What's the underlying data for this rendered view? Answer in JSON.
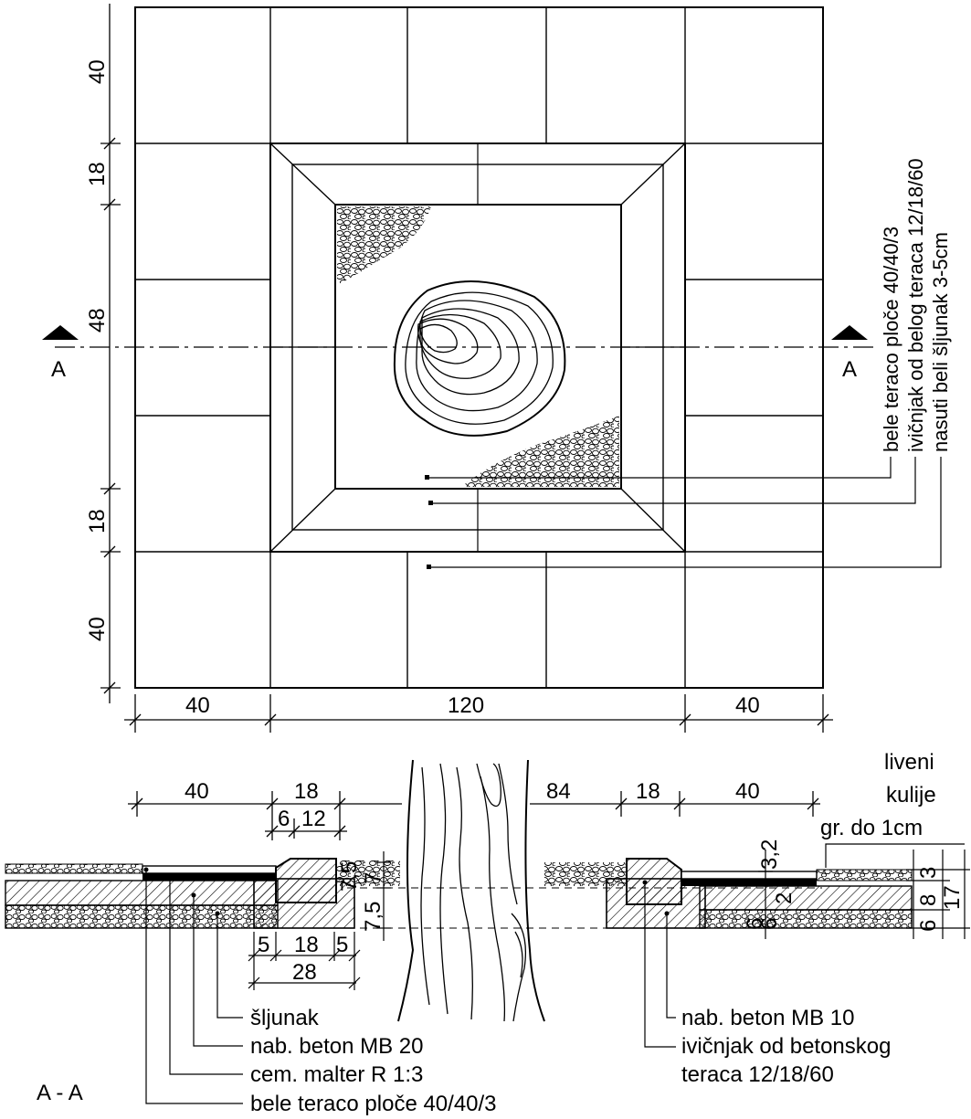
{
  "plan": {
    "left_dims": [
      "40",
      "18",
      "48",
      "18",
      "40"
    ],
    "bottom_dims": [
      "40",
      "120",
      "40"
    ],
    "section_mark_left": "A",
    "section_mark_right": "A",
    "legend": [
      "bele teraco ploče 40/40/3",
      "ivičnjak od belog teraca 12/18/60",
      "nasuti beli šljunak 3-5cm"
    ]
  },
  "section": {
    "title": "A - A",
    "top_dims": [
      "40",
      "18",
      "84",
      "18",
      "40"
    ],
    "sub_dims": [
      "6",
      "12"
    ],
    "curb_dims": [
      "5",
      "18",
      "5"
    ],
    "curb_total": "28",
    "left_vertical_dims": [
      "7",
      "7,5",
      "7,5"
    ],
    "right_vertical_dims": [
      "3,2",
      "3",
      "6",
      "6",
      "2",
      "8",
      "17",
      "6"
    ],
    "note": [
      "liveni",
      "kulije",
      "gr. do 1cm"
    ],
    "left_labels": [
      "šljunak",
      "nab. beton MB 20",
      "cem. malter R 1:3",
      "bele teraco ploče 40/40/3"
    ],
    "right_labels": [
      "nab. beton MB 10",
      "ivičnjak od betonskog",
      "teraca 12/18/60"
    ]
  }
}
